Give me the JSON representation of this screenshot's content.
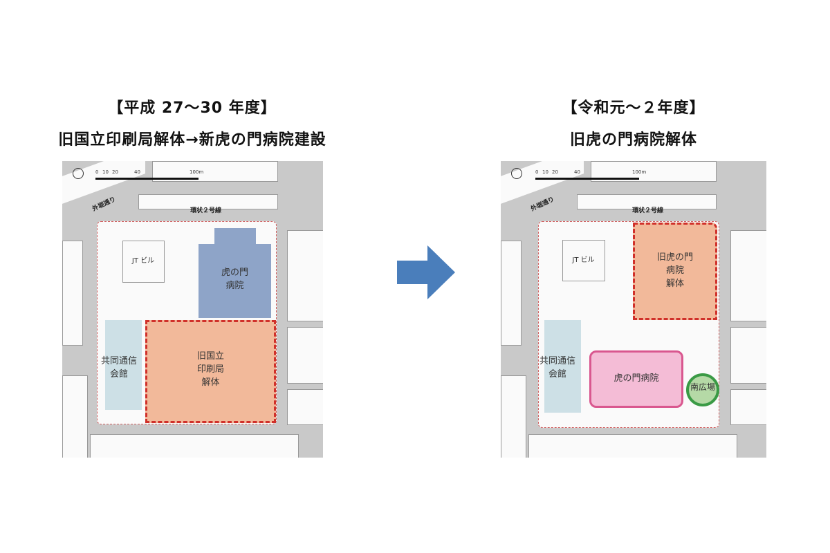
{
  "left": {
    "period": "【平成 27〜30 年度】",
    "caption": "旧国立印刷局解体→新虎の門病院建設",
    "map": {
      "road_gaibori": "外堀通り",
      "road_kanjo": "環状２号線",
      "scale": [
        "0",
        "10",
        "20",
        "40",
        "100m"
      ],
      "jt_building": "JT ビル",
      "hospital": "虎の門\n病院",
      "kyodo": "共同通信\n会館",
      "printing_bureau": "旧国立\n印刷局\n解体"
    }
  },
  "right": {
    "period": "【令和元〜２年度】",
    "caption": "旧虎の門病院解体",
    "map": {
      "road_gaibori": "外堀通り",
      "road_kanjo": "環状２号線",
      "scale": [
        "0",
        "10",
        "20",
        "40",
        "100m"
      ],
      "jt_building": "JT ビル",
      "old_hospital": "旧虎の門\n病院\n解体",
      "kyodo": "共同通信\n会館",
      "new_hospital": "虎の門病院",
      "south_plaza": "南広場"
    }
  },
  "colors": {
    "arrow": "#4a7ebb",
    "demolition": "#f2b99a",
    "dash": "#d0302a",
    "hospital_old": "#8ea4c8",
    "hospital_new": "#f4bcd6",
    "hospital_new_border": "#d9578f",
    "plaza": "#b5d9a6",
    "plaza_border": "#3a9a45",
    "kyodo": "#cde0e6"
  }
}
